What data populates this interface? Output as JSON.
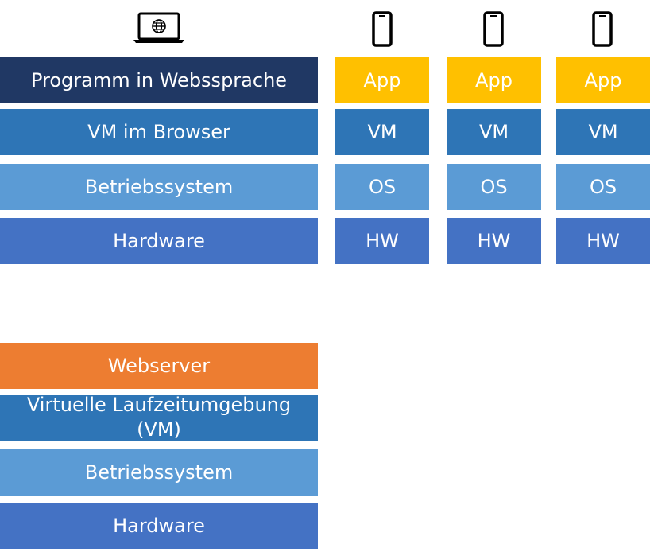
{
  "top_stack": {
    "icon": "laptop-globe-icon",
    "program": "Programm in Webssprache",
    "vm": "VM im Browser",
    "os": "Betriebssystem",
    "hw": "Hardware"
  },
  "devices": [
    {
      "icon": "smartphone-icon",
      "app": "App",
      "vm": "VM",
      "os": "OS",
      "hw": "HW"
    },
    {
      "icon": "smartphone-icon",
      "app": "App",
      "vm": "VM",
      "os": "OS",
      "hw": "HW"
    },
    {
      "icon": "smartphone-icon",
      "app": "App",
      "vm": "VM",
      "os": "OS",
      "hw": "HW"
    }
  ],
  "server_stack": {
    "webserver": "Webserver",
    "vm": "Virtuelle Laufzeitumgebung (VM)",
    "os": "Betriebssystem",
    "hw": "Hardware"
  },
  "colors": {
    "program": "#203864",
    "app": "#ffc000",
    "vm": "#2e75b6",
    "os": "#5b9bd5",
    "hw": "#4472c4",
    "webserver": "#ed7d31"
  }
}
